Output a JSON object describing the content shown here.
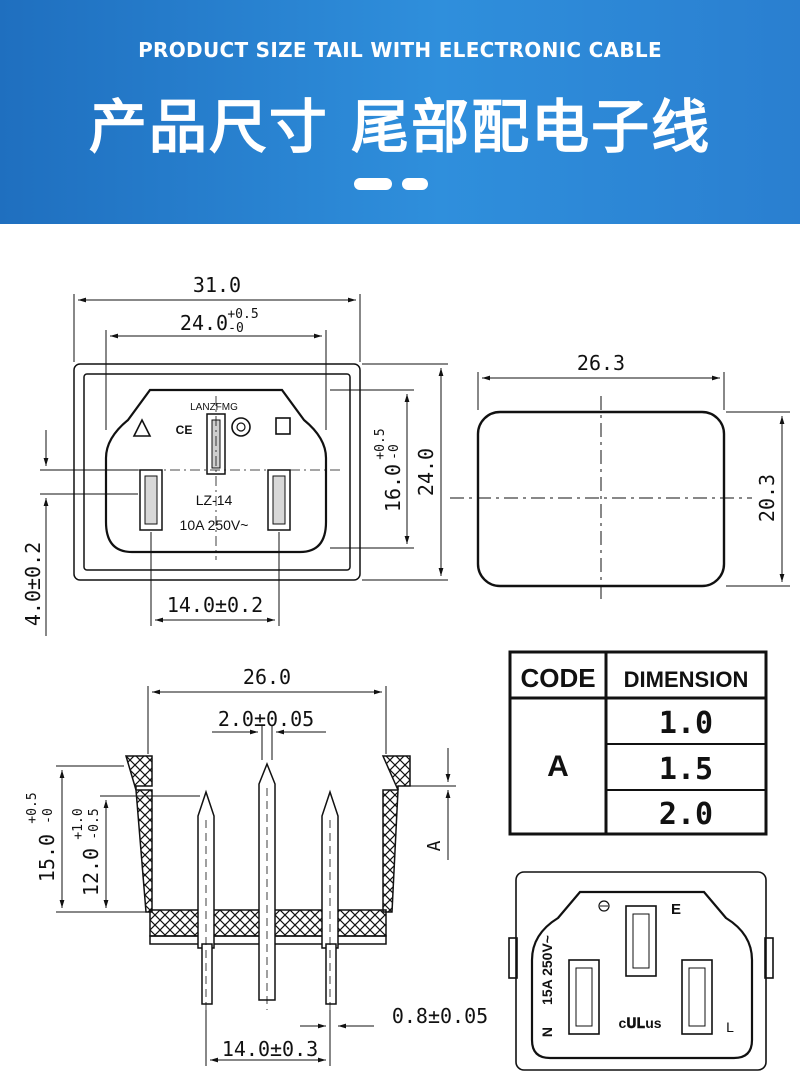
{
  "header": {
    "subtitle": "PRODUCT SIZE TAIL WITH ELECTRONIC CABLE",
    "title": "产品尺寸 尾部配电子线"
  },
  "front_view": {
    "dim_width_overall": "31.0",
    "dim_width_inner": "24.0",
    "dim_width_inner_tol_upper": "+0.5",
    "dim_width_inner_tol_lower": "-0",
    "dim_height_inner": "16.0",
    "dim_height_inner_tol_upper": "+0.5",
    "dim_height_inner_tol_lower": "-0",
    "dim_height_overall": "24.0",
    "dim_pin_spacing": "14.0±0.2",
    "dim_pin_offset": "4.0±0.2",
    "brand": "LANZFMG",
    "model": "LZ-14",
    "rating": "10A 250V~",
    "mark_ce": "CE"
  },
  "cutout_view": {
    "dim_width": "26.3",
    "dim_height": "20.3"
  },
  "side_view": {
    "dim_width": "26.0",
    "dim_pin_thickness": "2.0±0.05",
    "dim_height_total": "15.0",
    "dim_height_total_tol_upper": "+0.5",
    "dim_height_total_tol_lower": "-0",
    "dim_height_body": "12.0",
    "dim_height_body_tol_upper": "+1.0",
    "dim_height_body_tol_lower": "-0.5",
    "dim_a_label": "A",
    "dim_pin_width": "0.8±0.05",
    "dim_pin_spacing": "14.0±0.3"
  },
  "code_table": {
    "header_code": "CODE",
    "header_dimension": "DIMENSION",
    "code": "A",
    "values": [
      "1.0",
      "1.5",
      "2.0"
    ]
  },
  "rear_view": {
    "label_e": "E",
    "label_l": "L",
    "label_n": "N",
    "rating": "15A 250V~",
    "mark_ul": "c𝐔𝐋us"
  }
}
